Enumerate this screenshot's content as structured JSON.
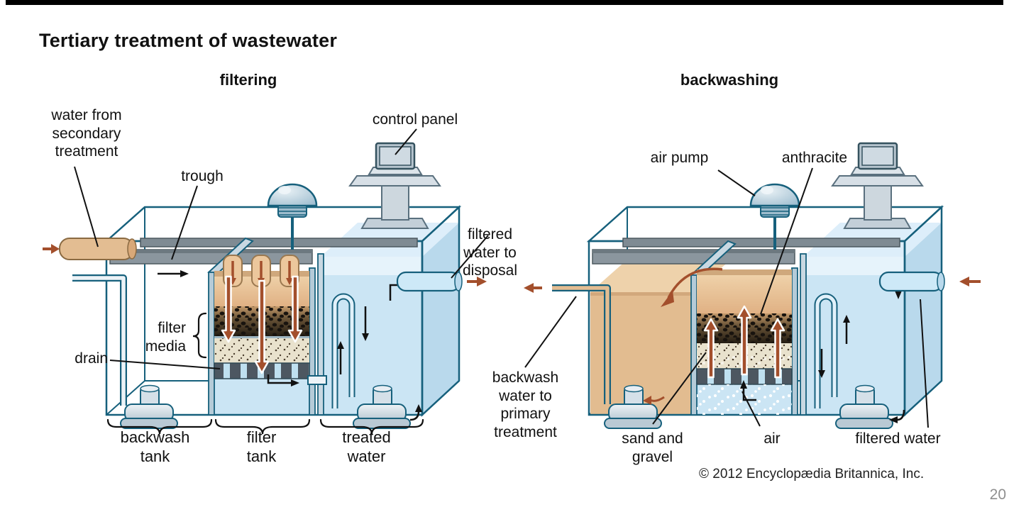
{
  "slide": {
    "title": "Tertiary treatment of wastewater",
    "credit": "© 2012 Encyclopædia Britannica, Inc.",
    "page_number": "20"
  },
  "filtering": {
    "heading": "filtering",
    "labels": {
      "water_source": "water from\nsecondary\ntreatment",
      "trough": "trough",
      "control_panel": "control panel",
      "outflow": "filtered\nwater to\ndisposal",
      "filter_media": "filter\nmedia",
      "drain": "drain",
      "tank_backwash": "backwash\ntank",
      "tank_filter": "filter\ntank",
      "tank_treated": "treated\nwater"
    }
  },
  "backwashing": {
    "heading": "backwashing",
    "labels": {
      "air_pump": "air pump",
      "anthracite": "anthracite",
      "outflow": "backwash\nwater to\nprimary\ntreatment",
      "sand_gravel": "sand and\ngravel",
      "air": "air",
      "filtered_water": "filtered water"
    }
  },
  "colors": {
    "tank_outline": "#16607c",
    "water_blue": "#cbe5f4",
    "water_blue_light": "#e6f3fb",
    "water_blue_side": "#b9d9ec",
    "tan_water": "#e2bc90",
    "trough_gray": "#8b969e",
    "arrow_brown": "#a34f2c",
    "drain_dark": "#4d5761",
    "sand": "#e9e2cd",
    "metal_light": "#d8e2e9",
    "page_number_gray": "#8f8f8f"
  }
}
